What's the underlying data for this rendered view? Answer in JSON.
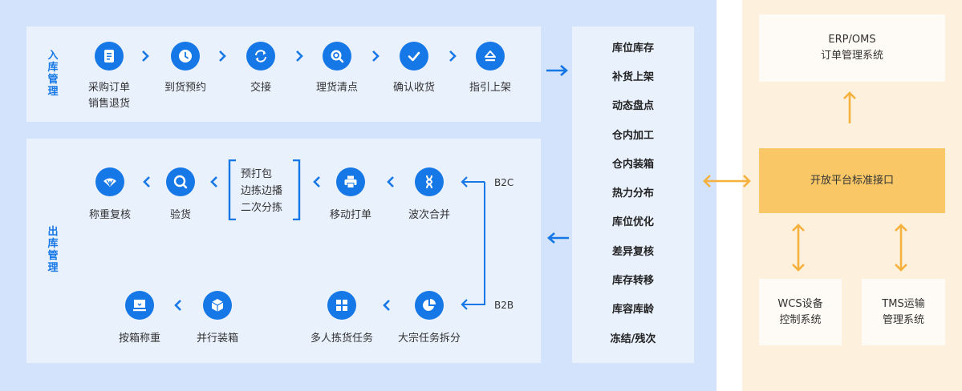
{
  "inbound": {
    "title": "入库管理",
    "steps": [
      {
        "label": "采购订单\n销售退货",
        "icon": "document-icon"
      },
      {
        "label": "到货预约",
        "icon": "clock-icon"
      },
      {
        "label": "交接",
        "icon": "refresh-icon"
      },
      {
        "label": "理货清点",
        "icon": "search-icon"
      },
      {
        "label": "确认收货",
        "icon": "check-icon"
      },
      {
        "label": "指引上架",
        "icon": "eject-icon"
      }
    ]
  },
  "outbound": {
    "title": "出库管理",
    "b2c": {
      "tag": "B2C",
      "wave": "波次合并",
      "print": "移动打单",
      "bracket": [
        "预打包",
        "边拣边播",
        "二次分拣"
      ],
      "inspect": "验货",
      "weigh": "称重复核"
    },
    "b2b": {
      "tag": "B2B",
      "split": "大宗任务拆分",
      "multi": "多人拣货任务",
      "pack": "并行装箱",
      "boxweigh": "按箱称重"
    }
  },
  "features": [
    "库位库存",
    "补货上架",
    "动态盘点",
    "仓内加工",
    "仓内装箱",
    "热力分布",
    "库位优化",
    "差异复核",
    "库存转移",
    "库容库龄",
    "冻结/残次"
  ],
  "external": {
    "erp": "ERP/OMS\n订单管理系统",
    "platform": "开放平台标准接口",
    "wcs": "WCS设备\n控制系统",
    "tms": "TMS运输\n管理系统"
  },
  "colors": {
    "accent": "#1677e6",
    "orange": "#f9c766",
    "orange_line": "#f5b13d"
  }
}
